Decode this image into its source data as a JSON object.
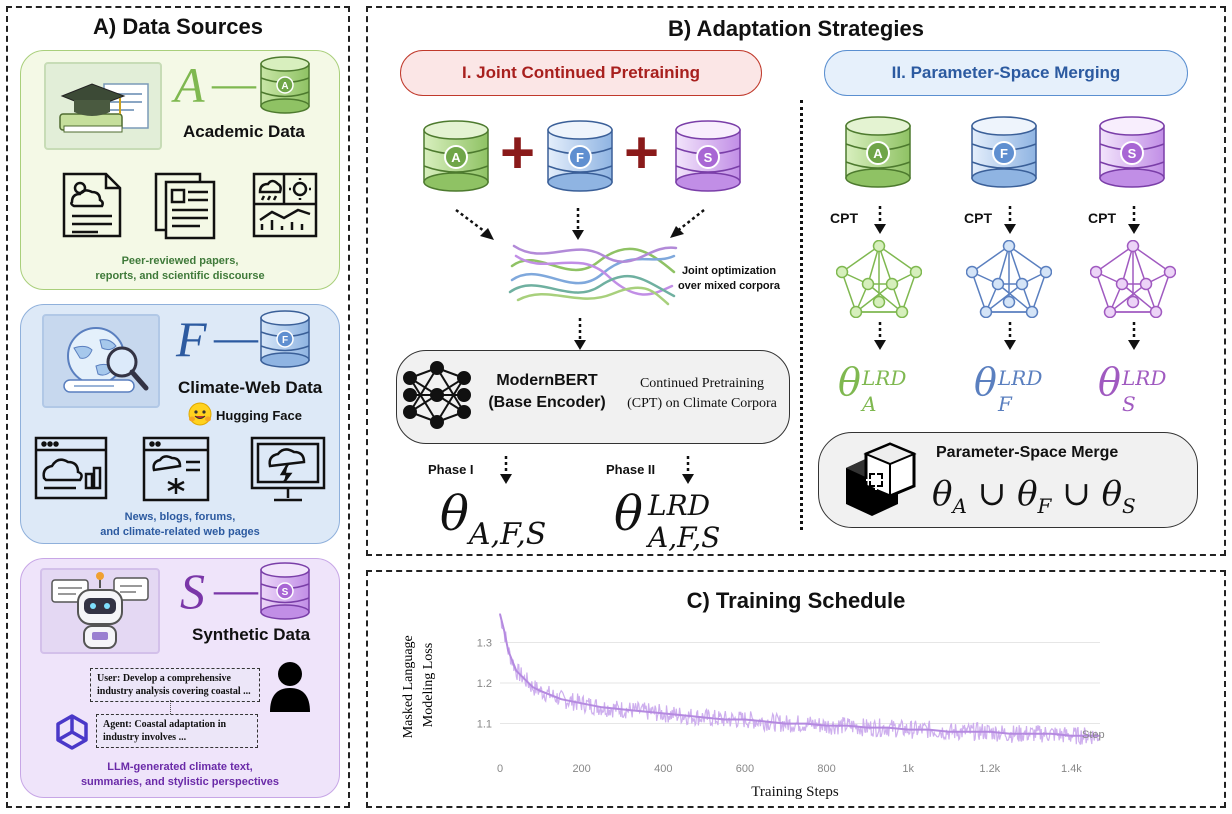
{
  "panelA": {
    "title": "A) Data Sources",
    "academic": {
      "letter": "A",
      "dash": "—",
      "name": "Academic Data",
      "caption1": "Peer-reviewed papers,",
      "caption2": "reports, and scientific discourse",
      "color": "#5a9a2e",
      "bg": "#f4f9e6"
    },
    "web": {
      "letter": "F",
      "dash": "—",
      "name": "Climate-Web Data",
      "hf_label": "Hugging Face",
      "caption1": "News, blogs, forums,",
      "caption2": "and climate-related web pages",
      "color": "#2c5aa0",
      "bg": "#dde9f7"
    },
    "synthetic": {
      "letter": "S",
      "dash": "—",
      "name": "Synthetic Data",
      "user_msg1": "User: Develop a comprehensive",
      "user_msg2": "industry analysis covering coastal ...",
      "agent_msg1": "Agent: Coastal adaptation in",
      "agent_msg2": "industry involves ...",
      "caption1": "LLM-generated climate text,",
      "caption2": "summaries, and stylistic perspectives",
      "color": "#7a36a8",
      "bg": "#efe4fa"
    }
  },
  "panelB": {
    "title": "B) Adaptation Strategies",
    "joint": {
      "header": "I. Joint Continued Pretraining",
      "plus": "+",
      "db_labels": [
        "A",
        "F",
        "S"
      ],
      "mix_caption1": "Joint optimization",
      "mix_caption2": "over mixed corpora",
      "encoder_name1": "ModernBERT",
      "encoder_name2": "(Base Encoder)",
      "encoder_desc1": "Continued Pretraining",
      "encoder_desc2": "(CPT) on Climate Corpora",
      "phase1": "Phase I",
      "phase2": "Phase II",
      "theta": "θ",
      "sub": "A,F,S",
      "sup": "LRD"
    },
    "merging": {
      "header": "II. Parameter-Space Merging",
      "cpt": "CPT",
      "db_labels": [
        "A",
        "F",
        "S"
      ],
      "thetas": [
        {
          "theta": "θ",
          "sup": "LRD",
          "sub": "A",
          "color": "#7fb850"
        },
        {
          "theta": "θ",
          "sup": "LRD",
          "sub": "F",
          "color": "#5a7fbf"
        },
        {
          "theta": "θ",
          "sup": "LRD",
          "sub": "S",
          "color": "#a05ac0"
        }
      ],
      "merge_title": "Parameter-Space Merge",
      "merge_formula": [
        {
          "theta": "θ",
          "sub": "A"
        },
        {
          "op": "∪"
        },
        {
          "theta": "θ",
          "sub": "F"
        },
        {
          "op": "∪"
        },
        {
          "theta": "θ",
          "sub": "S"
        }
      ]
    }
  },
  "panelC": {
    "title": "C) Training Schedule",
    "chart_data": {
      "type": "line",
      "title": "C) Training Schedule",
      "xlabel": "Training Steps",
      "ylabel": "Masked Language Modeling Loss",
      "x_ticks": [
        "0",
        "200",
        "400",
        "600",
        "800",
        "1k",
        "1.2k",
        "1.4k"
      ],
      "x_tick_values": [
        0,
        200,
        400,
        600,
        800,
        1000,
        1200,
        1400
      ],
      "y_ticks": [
        "1.3",
        "1.2",
        "1.1"
      ],
      "y_tick_values": [
        1.3,
        1.2,
        1.1
      ],
      "xlim": [
        0,
        1470
      ],
      "ylim": [
        1.02,
        1.38
      ],
      "x_axis_tag": "Step",
      "grid": true,
      "line_color": "#c9a6ec",
      "series": [
        {
          "x": [
            0,
            10,
            20,
            40,
            60,
            80,
            100,
            150,
            200,
            250,
            300,
            350,
            400,
            450,
            500,
            550,
            600,
            650,
            700,
            750,
            800,
            850,
            900,
            950,
            1000,
            1050,
            1100,
            1150,
            1200,
            1250,
            1300,
            1350,
            1400,
            1450,
            1470
          ],
          "y": [
            1.37,
            1.33,
            1.28,
            1.23,
            1.21,
            1.19,
            1.18,
            1.16,
            1.15,
            1.14,
            1.135,
            1.13,
            1.125,
            1.12,
            1.115,
            1.11,
            1.11,
            1.105,
            1.1,
            1.1,
            1.095,
            1.095,
            1.09,
            1.09,
            1.085,
            1.085,
            1.08,
            1.08,
            1.08,
            1.075,
            1.075,
            1.075,
            1.07,
            1.07,
            1.07
          ]
        }
      ]
    }
  }
}
